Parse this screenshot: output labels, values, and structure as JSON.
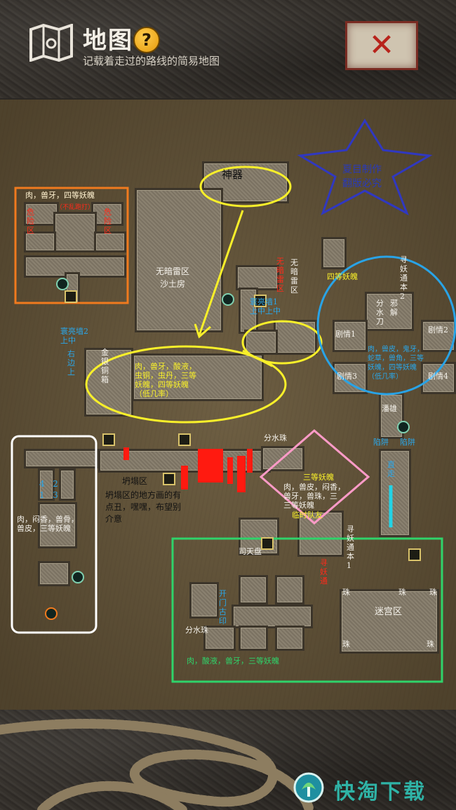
{
  "header": {
    "title": "地图",
    "help_glyph": "?",
    "subtitle": "记载着走过的路线的简易地图",
    "close_glyph": "✕"
  },
  "map_labels": {
    "shenqi": "神器",
    "star_text": "夏目制作\n翻版必究",
    "orange_box": "肉，兽牙，四等妖魄",
    "orange_side_left": "危\n险\n区",
    "orange_side_mid": "（不乱跑打）",
    "orange_side_right": "危\n险\n区",
    "wuan_sha": "无暗雷区\n沙土房",
    "wuan_red": "无\n暗\n雷\n区",
    "siyaopo": "四等妖魄",
    "xunyao2": "寻\n妖\n通\n本\n2",
    "fenshui_dao": "分\n水\n刀",
    "xiejie": "邪\n解",
    "juqing1": "剧情1",
    "juqing2": "剧情2",
    "juqing3": "剧情3",
    "juqing4": "剧情4",
    "blue_circle_list": "肉，兽皮，鬼牙，\n蛇草，兽角，三等\n妖魄，四等妖魄\n（低几率）",
    "yuanliang1": "寰亮墙1\n上中上中",
    "yuanliang2": "寰亮墙2\n上中",
    "side_blue": "右\n边\n上",
    "jinyin": "金\n银\n铜\n箱",
    "yellow_ellipse_list": "肉，兽牙，酸液，\n虫铜，虫丹，三等\n妖魄，四等妖魄\n（低几率）",
    "panxiong": "潘雄",
    "xianjing_l": "陷阱",
    "xianjing_r": "陷阱",
    "zhizou": "直\n走",
    "fenshuizhu_top": "分水珠",
    "kanta_qu": "坍塌区",
    "kanta_note": "坍塌区的地方画的有\n点丑，嘿嘿，布望别\n介意",
    "pink_title": "三等妖魄",
    "pink_list": "肉，兽皮，闷香，\n兽牙，兽珠，三\n三等妖魄",
    "linshi": "临时队友",
    "xunyao1": "寻\n妖\n通\n本\n1",
    "white_nums_a": "4   2",
    "white_nums_b": "1   3",
    "white_box_list": "肉，闷香，兽骨，\n兽皮，三等妖魄",
    "sitianpan": "司天盘",
    "kaimen": "开\n门\n古\n印",
    "fenshuizhu_bottom": "分水珠",
    "migong": "迷宫区",
    "zhu": "珠",
    "red_vertical": "寻\n妖\n通",
    "green_list": "肉，酸液，兽牙，三等妖魄"
  },
  "footer": {
    "brand": "快淘下载"
  },
  "colors": {
    "orange": "#f07a1e",
    "yellow": "#f8ef2a",
    "blue": "#29a3e6",
    "white": "#ffffff",
    "pink": "#ff9bc8",
    "green": "#2fd36a",
    "navy": "#3038c0",
    "red": "#ff2a1a",
    "cyan": "#22d3e6"
  }
}
